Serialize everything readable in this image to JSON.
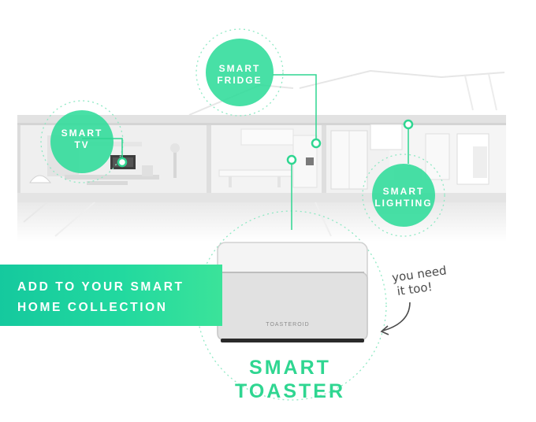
{
  "bubbles": {
    "tv": {
      "line1": "SMART",
      "line2": "TV"
    },
    "fridge": {
      "line1": "SMART",
      "line2": "FRIDGE"
    },
    "lighting": {
      "line1": "SMART",
      "line2": "LIGHTING"
    }
  },
  "banner": {
    "line1": "ADD TO YOUR SMART",
    "line2": "HOME COLLECTION"
  },
  "product": {
    "title_line1": "SMART",
    "title_line2": "TOASTER",
    "brand": "TOASTEROID"
  },
  "note": {
    "line1": "you need",
    "line2": "it too!"
  },
  "colors": {
    "accent_green": "#2fd691",
    "bubble_fill": "#2fdc9a",
    "banner_start": "#15c99e",
    "banner_end": "#3be39a"
  }
}
